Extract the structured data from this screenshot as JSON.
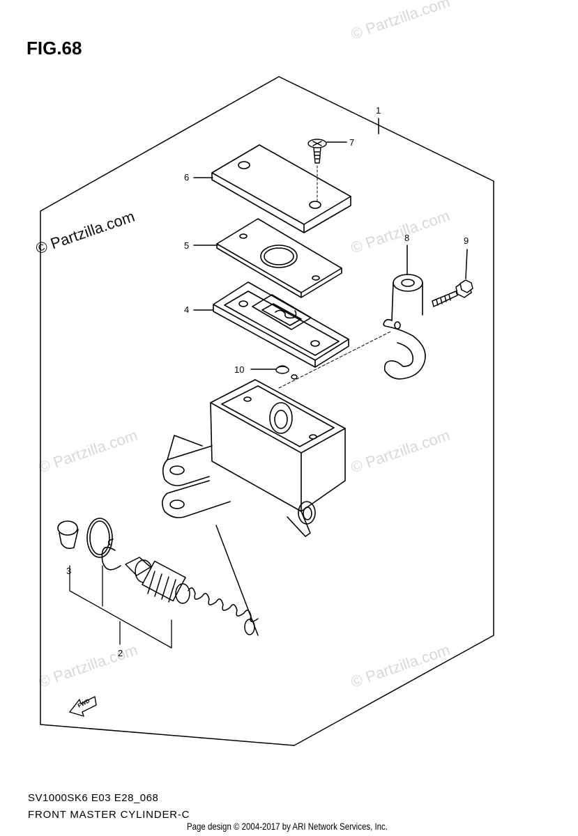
{
  "figure": {
    "title": "FIG.68"
  },
  "watermark": {
    "text": "© Partzilla.com"
  },
  "callouts": [
    "1",
    "2",
    "3",
    "4",
    "5",
    "6",
    "7",
    "8",
    "9",
    "10"
  ],
  "fwd_label": "FWD",
  "footer": {
    "model_code": "SV1000SK6 E03 E28_068",
    "part_name": "FRONT MASTER CYLINDER-C",
    "credit": "Page design © 2004-2017 by ARI Network Services, Inc."
  }
}
